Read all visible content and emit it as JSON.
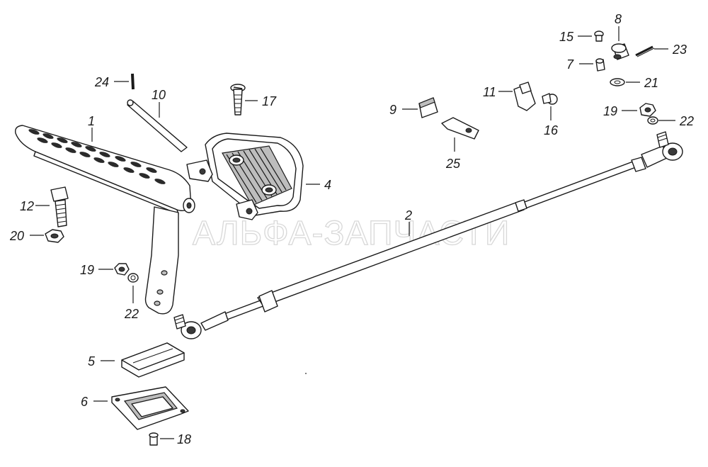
{
  "watermark": "АЛЬФА-ЗАПЧАСТИ",
  "callouts": [
    {
      "id": "p1",
      "text": "1"
    },
    {
      "id": "p2",
      "text": "2"
    },
    {
      "id": "p4",
      "text": "4"
    },
    {
      "id": "p5",
      "text": "5"
    },
    {
      "id": "p6",
      "text": "6"
    },
    {
      "id": "p7",
      "text": "7"
    },
    {
      "id": "p8",
      "text": "8"
    },
    {
      "id": "p9",
      "text": "9"
    },
    {
      "id": "p10",
      "text": "10"
    },
    {
      "id": "p11",
      "text": "11"
    },
    {
      "id": "p12",
      "text": "12"
    },
    {
      "id": "p15",
      "text": "15"
    },
    {
      "id": "p16",
      "text": "16"
    },
    {
      "id": "p17",
      "text": "17"
    },
    {
      "id": "p18",
      "text": "18"
    },
    {
      "id": "p19a",
      "text": "19"
    },
    {
      "id": "p19b",
      "text": "19"
    },
    {
      "id": "p20",
      "text": "20"
    },
    {
      "id": "p21",
      "text": "21"
    },
    {
      "id": "p22a",
      "text": "22"
    },
    {
      "id": "p22b",
      "text": "22"
    },
    {
      "id": "p23",
      "text": "23"
    },
    {
      "id": "p24",
      "text": "24"
    },
    {
      "id": "p25",
      "text": "25"
    }
  ]
}
